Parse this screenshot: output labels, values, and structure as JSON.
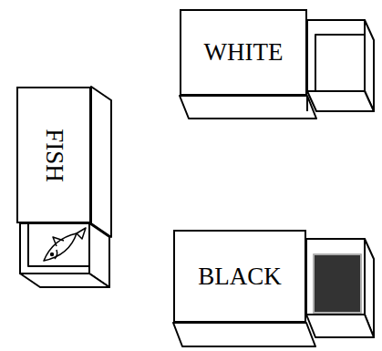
{
  "diagram": {
    "nodes": [
      {
        "text": [
          "WHITE"
        ]
      },
      {
        "text": [
          "FISH"
        ]
      },
      {
        "text": [
          "BLACK"
        ]
      }
    ]
  }
}
